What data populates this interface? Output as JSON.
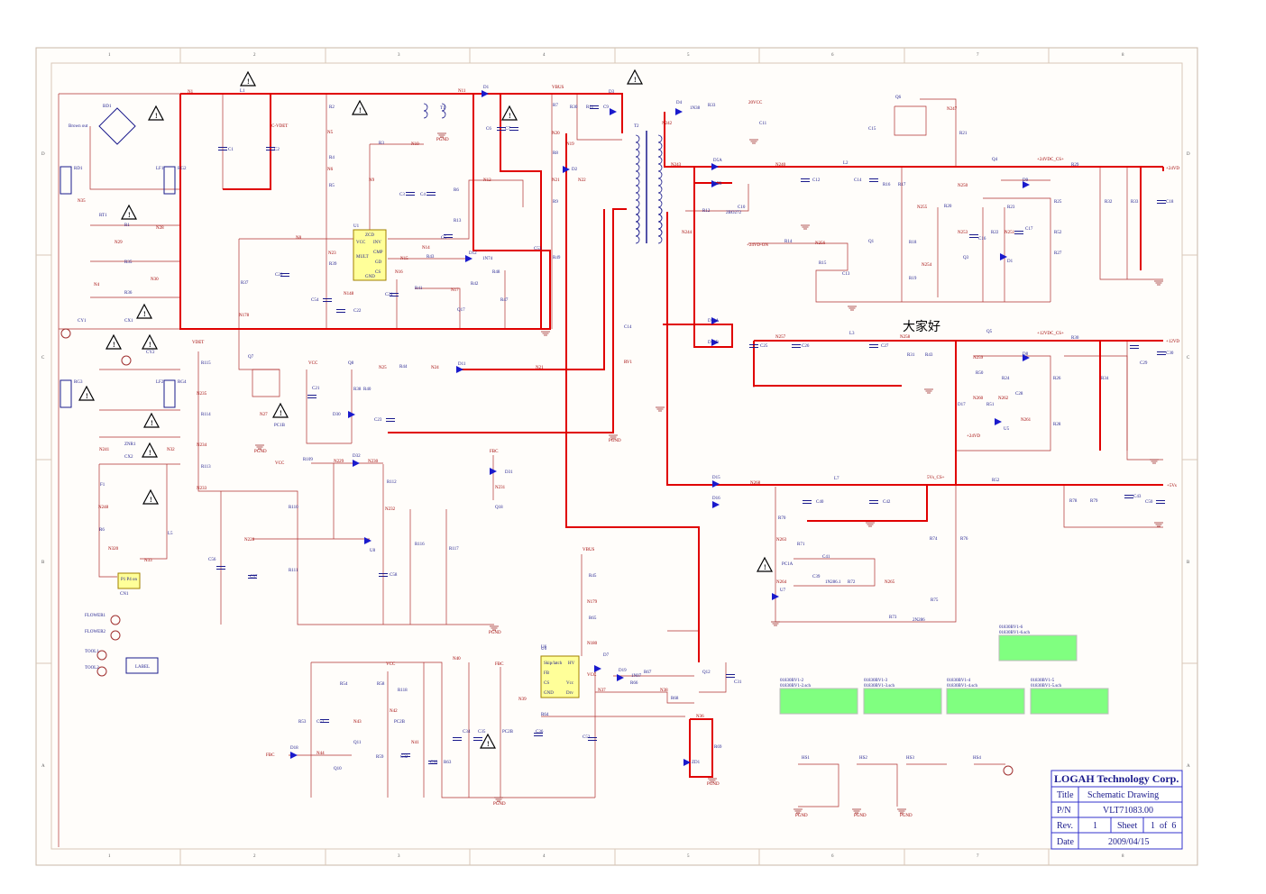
{
  "title_block": {
    "company": "LOGAH Technology Corp.",
    "title_label": "Title",
    "title_value": "Schematic Drawing",
    "pn_label": "P/N",
    "pn_value": "VLT71083.00",
    "rev_label": "Rev.",
    "rev_value": "1",
    "sheet_label": "Sheet",
    "sheet_value": "1  of  6",
    "date_label": "Date",
    "date_value": "2009/04/15"
  },
  "annotation": "大家好",
  "frame": {
    "columns": [
      "1",
      "2",
      "3",
      "4",
      "5",
      "6",
      "7",
      "8"
    ],
    "rows": [
      "D",
      "C",
      "B",
      "A"
    ]
  },
  "colors": {
    "power_wire": "#e00000",
    "signal_wire": "#b03030",
    "component": "#1a1a8c",
    "sheet_block": "#80ff80",
    "ic_body": "#ffff99"
  },
  "ics": {
    "u1": {
      "ref": "U1",
      "pins": [
        "VCC",
        "INV",
        "CMP",
        "MULT",
        "GD",
        "CS",
        "GND",
        "ZCD"
      ]
    },
    "u6": {
      "ref": "U6",
      "pins": [
        "Skip/latch",
        "HV",
        "FB",
        "CS",
        "Vcc",
        "GND",
        "Drv"
      ]
    },
    "cn1": {
      "ref": "CN1",
      "body": "P1 P4 on"
    },
    "label_box": "LABEL"
  },
  "sheet_blocks": [
    {
      "name": "01830BV1-6",
      "file": "01830BV1-6.sch"
    },
    {
      "name": "01830BV1-2",
      "file": "01830BV1-2.sch"
    },
    {
      "name": "01830BV1-3",
      "file": "01830BV1-3.sch"
    },
    {
      "name": "01830BV1-4",
      "file": "01830BV1-4.sch"
    },
    {
      "name": "01830BV1-5",
      "file": "01830BV1-5.sch"
    }
  ],
  "component_labels": [
    "BD1",
    "Brown out",
    "RD1",
    "N35",
    "RT1",
    "R1",
    "N28",
    "N29",
    "R35",
    "N30",
    "N4",
    "R36",
    "CY1",
    "CX1",
    "CY2",
    "RG3",
    "LF2",
    "RG4",
    "LF1",
    "RG2",
    "ZNR1",
    "N241",
    "CX2",
    "N32",
    "F1",
    "N248",
    "R6",
    "L5",
    "N320",
    "N33",
    "FLOWER1",
    "FLOWER2",
    "TOOL1",
    "TOOL2",
    "N1",
    "L1",
    "C1",
    "C2",
    "C-VDET",
    "R2",
    "N5",
    "R4",
    "N6",
    "R5",
    "N9",
    "R3",
    "N10",
    "T1",
    "N11",
    "D1",
    "PGND",
    "VBUS",
    "R7",
    "R30",
    "R11",
    "C9",
    "D3",
    "N20",
    "C6",
    "C7",
    "N19",
    "R8",
    "D2",
    "N21",
    "R9",
    "N22",
    "N12",
    "C3",
    "C4",
    "R6",
    "R13",
    "C5",
    "N14",
    "N15",
    "R43",
    "D12",
    "1N74",
    "C53",
    "R48",
    "R42",
    "R47",
    "R41",
    "N17",
    "C24",
    "Q17",
    "N16",
    "R37",
    "C20",
    "N178",
    "N8",
    "N23",
    "R39",
    "N148",
    "C54",
    "C22",
    "R49",
    "T2",
    "N242",
    "D4",
    "1N38",
    "R33",
    "20VCC",
    "C11",
    "N243",
    "D5A",
    "D5B",
    "N240",
    "C12",
    "L2",
    "C14",
    "R16",
    "R17",
    "N255",
    "R12",
    "C10",
    "2BO272",
    "N244",
    "R14",
    "N256",
    "+24VD-ON",
    "R15",
    "C13",
    "Q1",
    "Q6",
    "C15",
    "N247",
    "R21",
    "Q4",
    "+24VDC_CS+",
    "R29",
    "+24VD",
    "D9",
    "N250",
    "R20",
    "R23",
    "R25",
    "R32",
    "R33",
    "C18",
    "C16",
    "R22",
    "N251",
    "C17",
    "R52",
    "R27",
    "R18",
    "N253",
    "D1",
    "N254",
    "Q3",
    "R19",
    "D13A",
    "D13B",
    "N257",
    "C25",
    "C26",
    "L3",
    "C27",
    "N258",
    "R31",
    "R43",
    "Q5",
    "+12VDC_CS+",
    "R30",
    "+12VD",
    "D8",
    "N259",
    "R50",
    "R24",
    "R26",
    "R34",
    "C29",
    "C30",
    "C28",
    "N262",
    "N260",
    "R51",
    "N261",
    "D17",
    "U5",
    "R28",
    "+24VD",
    "D15",
    "D16",
    "N268",
    "L7",
    "C40",
    "C42",
    "5Vs_CS+",
    "R52",
    "+5Vs",
    "R78",
    "R79",
    "C43",
    "C50",
    "R70",
    "N263",
    "R71",
    "C41",
    "PC1A",
    "C39",
    "1N286.1",
    "R72",
    "N265",
    "N264",
    "U7",
    "R74",
    "R76",
    "R75",
    "R73",
    "2N286",
    "Q7",
    "VCC",
    "C21",
    "Q8",
    "R38",
    "R40",
    "N25",
    "R44",
    "N24",
    "D11",
    "N21",
    "D30",
    "C23",
    "PGND",
    "C14",
    "RV1",
    "PC1B",
    "N27",
    "PGND",
    "VDET",
    "R115",
    "N235",
    "R114",
    "N234",
    "R113",
    "N233",
    "VCC",
    "R109",
    "N229",
    "D32",
    "N230",
    "FBC",
    "D31",
    "N231",
    "R112",
    "N232",
    "Q18",
    "R110",
    "N228",
    "U8",
    "R116",
    "R117",
    "C56",
    "C57",
    "R111",
    "C58",
    "PGND",
    "VBUS",
    "R45",
    "N179",
    "R65",
    "N180",
    "D7",
    "U6",
    "VCC",
    "N40",
    "FBC",
    "R54",
    "R58",
    "R118",
    "N42",
    "R53",
    "C51",
    "N43",
    "PC2B",
    "Q11",
    "N41",
    "D18",
    "FBC",
    "N44",
    "Q10",
    "R59",
    "C32",
    "C33",
    "R63",
    "C34",
    "C35",
    "PC2B",
    "C36",
    "C52",
    "N39",
    "R64",
    "VCC",
    "N37",
    "D19",
    "R67",
    "1N07",
    "R66",
    "N38",
    "R68",
    "Q12",
    "C31",
    "N36",
    "R69",
    "ZD1",
    "PGND",
    "PGND",
    "HS1",
    "HS2",
    "HS3",
    "HS4",
    "PGND",
    "PGND",
    "PGND"
  ]
}
